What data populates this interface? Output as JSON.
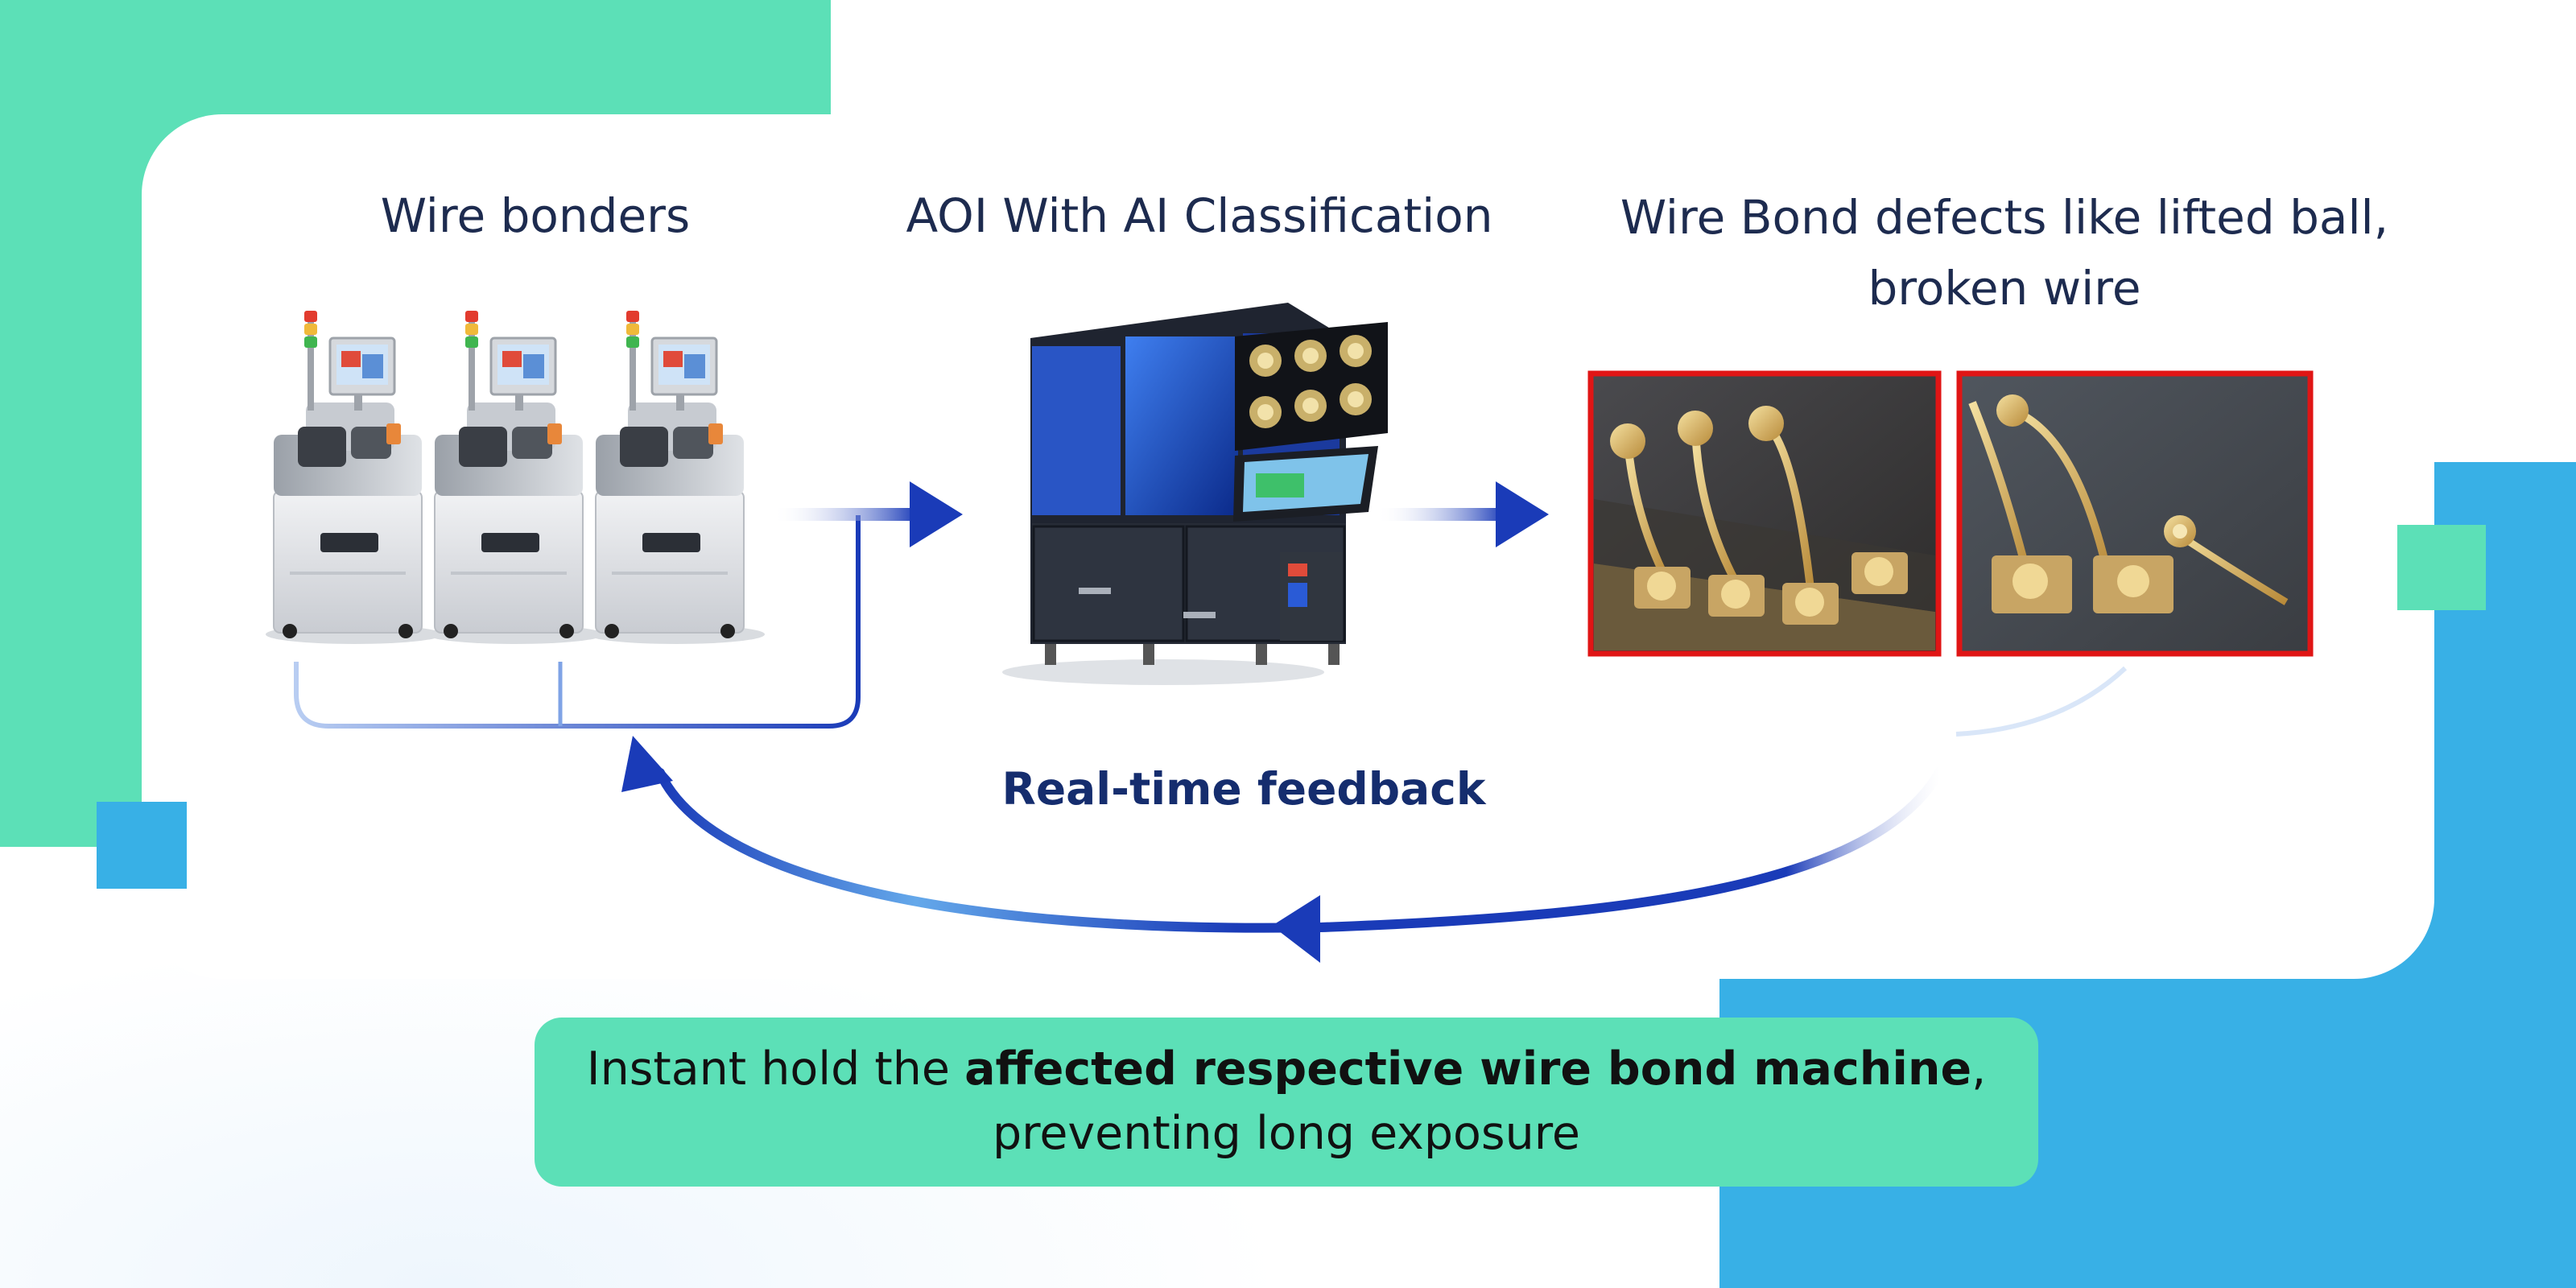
{
  "diagram": {
    "stage1_title": "Wire bonders",
    "stage2_title": "AOI With AI Classification",
    "stage3_title": "Wire Bond defects like lifted ball, broken wire",
    "feedback_label": "Real-time feedback",
    "callout": {
      "prefix": "Instant hold the ",
      "bold": "affected respective wire bond machine",
      "suffix": ",",
      "line2": "preventing long exposure"
    }
  },
  "colors": {
    "green": "#5ce0b7",
    "blue": "#38b0e6",
    "arrow_blue": "#1a3bb8",
    "defect_border": "#e01515"
  }
}
